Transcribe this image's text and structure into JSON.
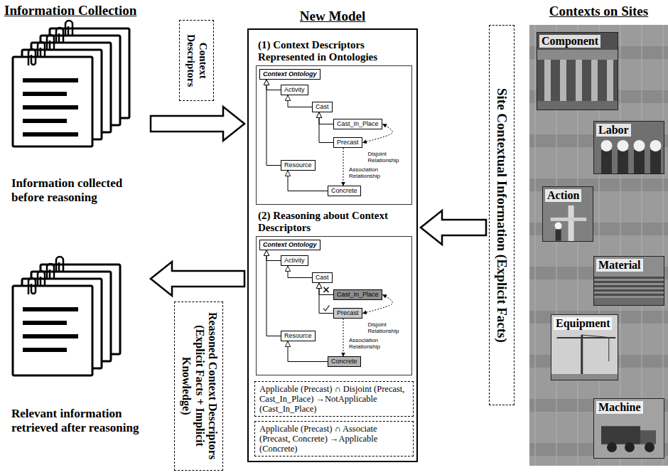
{
  "diagram": {
    "nodes": [
      {
        "text": [
          "Information collected before reasoning"
        ]
      },
      {
        "text": [
          "Relevant information retrieved after reasoning"
        ]
      },
      {
        "text": [
          "Context Descriptors"
        ]
      },
      {
        "text": [
          "Reasoned Context Descriptors (Explicit Facts + Implicit Knowledge)"
        ]
      },
      {
        "text": [
          "New Model"
        ]
      },
      {
        "text": [
          "(1) Context Descriptors Represented in Ontologies"
        ],
        "in": 4
      },
      {
        "text": [
          "Context Ontology"
        ],
        "in": 5
      },
      {
        "text": [
          "Activity"
        ],
        "in": 5
      },
      {
        "text": [
          "Cast"
        ],
        "in": 5
      },
      {
        "text": [
          "Cast_In_Place"
        ],
        "in": 5
      },
      {
        "text": [
          "Precast"
        ],
        "in": 5
      },
      {
        "text": [
          "Resource"
        ],
        "in": 5
      },
      {
        "text": [
          "Concrete"
        ],
        "in": 5
      },
      {
        "text": [
          "(2) Reasoning about Context Descriptors"
        ],
        "in": 4
      },
      {
        "text": [
          "Context Ontology"
        ],
        "in": 13
      },
      {
        "text": [
          "Activity"
        ],
        "in": 13
      },
      {
        "text": [
          "Cast"
        ],
        "in": 13
      },
      {
        "text": [
          "Cast_In_Place"
        ],
        "in": 13
      },
      {
        "text": [
          "Precast"
        ],
        "in": 13
      },
      {
        "text": [
          "Resource"
        ],
        "in": 13
      },
      {
        "text": [
          "Concrete"
        ],
        "in": 13
      },
      {
        "text": [
          "Applicable (Precast) ∩ Disjoint (Precast, Cast_In_Place) →NotApplicable (Cast_In_Place)"
        ],
        "in": 4
      },
      {
        "text": [
          "Applicable (Precast) ∩ Associate (Precast, Concrete) →Applicable (Concrete)"
        ],
        "in": 4
      },
      {
        "text": [
          "Site Contextual Information (Explicit Facts)"
        ]
      },
      {
        "text": [
          "Contexts on Sites"
        ]
      },
      {
        "text": [
          "Component"
        ],
        "in": 24
      },
      {
        "text": [
          "Labor"
        ],
        "in": 24
      },
      {
        "text": [
          "Action"
        ],
        "in": 24
      },
      {
        "text": [
          "Material"
        ],
        "in": 24
      },
      {
        "text": [
          "Equipment"
        ],
        "in": 24
      },
      {
        "text": [
          "Machine"
        ],
        "in": 24
      }
    ],
    "edges": [
      {
        "from": 0,
        "to": 4,
        "arrow": "to"
      },
      {
        "from": 4,
        "to": 1,
        "arrow": "to"
      },
      {
        "from": 23,
        "to": 4,
        "arrow": "to"
      },
      {
        "from": 7,
        "to": 6,
        "arrow": "to"
      },
      {
        "from": 11,
        "to": 6,
        "arrow": "to"
      },
      {
        "from": 8,
        "to": 7,
        "arrow": "to"
      },
      {
        "from": 9,
        "to": 8,
        "arrow": "to"
      },
      {
        "from": 10,
        "to": 8,
        "arrow": "to"
      },
      {
        "from": 12,
        "to": 11,
        "arrow": "to"
      },
      {
        "from": 9,
        "to": 10,
        "arrow": "both",
        "label": "Disjoint Relationship"
      },
      {
        "from": 10,
        "to": 12,
        "arrow": "to",
        "label": "Association Relationship"
      },
      {
        "from": 15,
        "to": 14,
        "arrow": "to"
      },
      {
        "from": 19,
        "to": 14,
        "arrow": "to"
      },
      {
        "from": 16,
        "to": 15,
        "arrow": "to"
      },
      {
        "from": 17,
        "to": 16,
        "arrow": "to"
      },
      {
        "from": 18,
        "to": 16,
        "arrow": "to"
      },
      {
        "from": 20,
        "to": 19,
        "arrow": "to"
      },
      {
        "from": 17,
        "to": 18,
        "arrow": "both",
        "label": "Disjoint Relationship"
      },
      {
        "from": 18,
        "to": 20,
        "arrow": "to",
        "label": "Association Relationship"
      }
    ],
    "labels": [
      "Information Collection"
    ]
  }
}
